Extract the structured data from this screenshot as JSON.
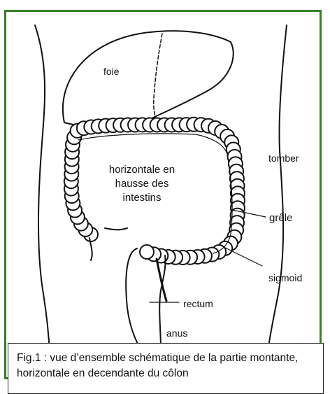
{
  "figure": {
    "labels": {
      "foie": "foie",
      "horizontale": "horizontale en hausse des intestins",
      "tomber": "tomber",
      "grele": "grêle",
      "sigmoid": "sigmoid",
      "rectum": "rectum",
      "anus": "anus"
    },
    "caption": "Fig.1 : vue d’ensemble schématique de la partie montante, horizontale en decendante du côlon"
  },
  "colors": {
    "frame": "#3a7d2a",
    "ink": "#111111"
  }
}
